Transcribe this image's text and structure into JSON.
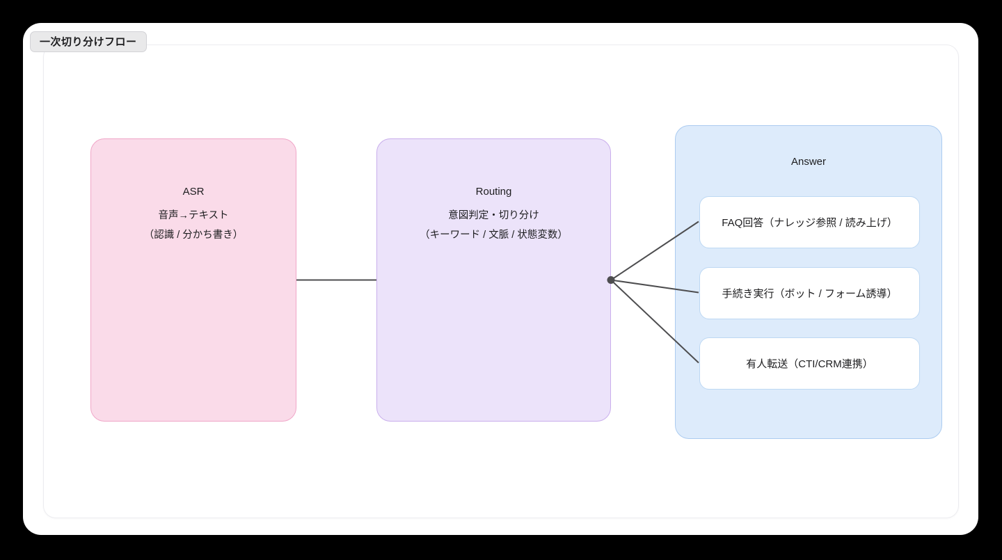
{
  "page": {
    "title_badge": "一次切り分けフロー"
  },
  "colors": {
    "background": "#000000",
    "canvas": "#ffffff",
    "badge_fill": "#e9e9ea",
    "connector": "#4d4d4f"
  },
  "diagram": {
    "connector_color": "#4d4d4f",
    "nodes": {
      "asr": {
        "title": "ASR",
        "lines": [
          "音声→テキスト",
          "（認識 / 分かち書き）"
        ],
        "fill": "#fadbe9",
        "border": "#f0a6c8"
      },
      "routing": {
        "title": "Routing",
        "lines": [
          "意図判定・切り分け",
          "（キーワード / 文脈 / 状態変数）"
        ],
        "fill": "#ece3fa",
        "border": "#c9aeec"
      },
      "answer": {
        "title": "Answer",
        "fill": "#ddebfb",
        "border": "#abcbf0",
        "items": [
          {
            "label": "FAQ回答（ナレッジ参照 / 読み上げ）"
          },
          {
            "label": "手続き実行（ボット / フォーム誘導）"
          },
          {
            "label": "有人転送（CTI/CRM連携）"
          }
        ]
      }
    }
  }
}
